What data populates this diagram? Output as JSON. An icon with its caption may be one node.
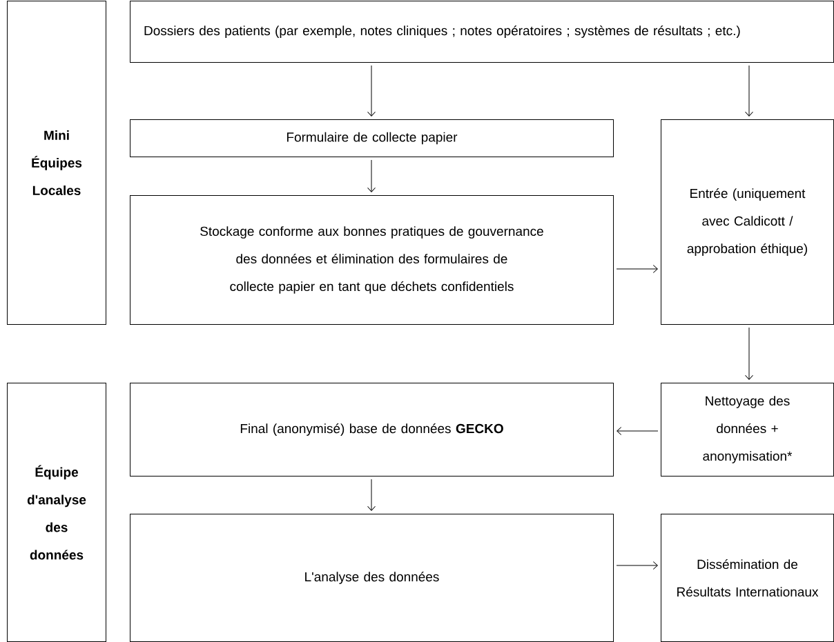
{
  "diagram": {
    "nodes": [
      {
        "text": [
          "Mini Équipes Locales"
        ]
      },
      {
        "text": [
          "Dossiers des patients (par exemple, notes cliniques ; notes opératoires ; systèmes de résultats ; etc.)"
        ]
      },
      {
        "text": [
          "Formulaire de collecte papier"
        ]
      },
      {
        "text": [
          "Stockage conforme aux bonnes pratiques de gouvernance des données et élimination des formulaires de collecte papier en tant que déchets confidentiels"
        ]
      },
      {
        "text": [
          "Entrée (uniquement avec Caldicott / approbation éthique)"
        ]
      },
      {
        "text": [
          "Équipe d'analyse des données"
        ]
      },
      {
        "text": [
          "Final (anonymisé) base de données **GECKO**"
        ]
      },
      {
        "text": [
          "Nettoyage des données + anonymisation*"
        ]
      },
      {
        "text": [
          "L'analyse des données"
        ]
      },
      {
        "text": [
          "Dissémination de Résultats Internationaux"
        ]
      }
    ],
    "edges": [
      {
        "from": 1,
        "to": 2,
        "arrow": "to"
      },
      {
        "from": 1,
        "to": 4,
        "arrow": "to"
      },
      {
        "from": 2,
        "to": 3,
        "arrow": "to"
      },
      {
        "from": 3,
        "to": 4,
        "arrow": "to"
      },
      {
        "from": 4,
        "to": 7,
        "arrow": "to"
      },
      {
        "from": 7,
        "to": 6,
        "arrow": "to"
      },
      {
        "from": 6,
        "to": 8,
        "arrow": "to"
      },
      {
        "from": 8,
        "to": 9,
        "arrow": "to"
      }
    ]
  }
}
